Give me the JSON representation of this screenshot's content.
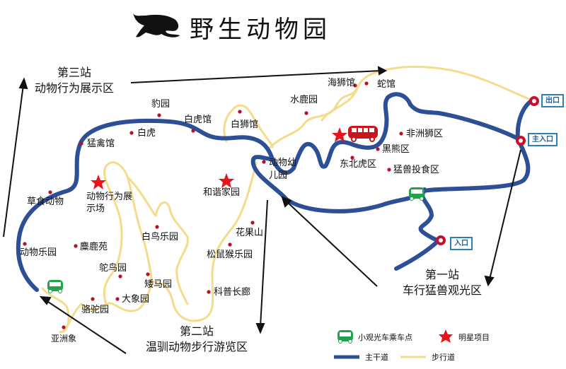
{
  "header": {
    "title": "野生动物园",
    "logo_icon": "leopard-silhouette-icon"
  },
  "stations": {
    "first": {
      "number": "第一站",
      "name": "车行猛兽观光区"
    },
    "second": {
      "number": "第二站",
      "name": "温驯动物步行游览区"
    },
    "third": {
      "number": "第三站",
      "name": "动物行为展示区"
    }
  },
  "gates": {
    "exit": "出口",
    "main_entrance": "主入口",
    "entrance": "入口"
  },
  "attractions": [
    {
      "id": "bao-yuan",
      "label": "豹园"
    },
    {
      "id": "baihu",
      "label": "白虎"
    },
    {
      "id": "baihu-guan",
      "label": "白虎馆"
    },
    {
      "id": "baishi-guan",
      "label": "白狮馆"
    },
    {
      "id": "shuilu-yuan",
      "label": "水鹿园"
    },
    {
      "id": "haishi-guan",
      "label": "海狮馆"
    },
    {
      "id": "she-guan",
      "label": "蛇馆"
    },
    {
      "id": "menqin-guan",
      "label": "猛禽馆"
    },
    {
      "id": "feizhou-shi",
      "label": "非洲狮区"
    },
    {
      "id": "heixiong",
      "label": "黑熊区"
    },
    {
      "id": "dongbeihu",
      "label": "东北虎区"
    },
    {
      "id": "mengshou-tousi",
      "label": "猛兽投食区"
    },
    {
      "id": "dongwu-you",
      "label": "动物幼儿园"
    },
    {
      "id": "caoshi",
      "label": "草食动物"
    },
    {
      "id": "xingwei-chang",
      "label": "动物行为展示场"
    },
    {
      "id": "hexie",
      "label": "和谐家园"
    },
    {
      "id": "bainiao",
      "label": "白鸟乐园"
    },
    {
      "id": "huaguoshan",
      "label": "花果山"
    },
    {
      "id": "songshu",
      "label": "松鼠猴乐园"
    },
    {
      "id": "dongwu-le",
      "label": "动物乐园"
    },
    {
      "id": "zhulu",
      "label": "麋鹿苑"
    },
    {
      "id": "tuoniao",
      "label": "鸵鸟园"
    },
    {
      "id": "aima",
      "label": "矮马园"
    },
    {
      "id": "daxiang",
      "label": "大象园"
    },
    {
      "id": "luotuo",
      "label": "骆驼园"
    },
    {
      "id": "kepu",
      "label": "科普长廊"
    },
    {
      "id": "yazhouxiang",
      "label": "亚洲象"
    }
  ],
  "legend": {
    "shuttle_stop": "小观光车乘车点",
    "star_attraction": "明星项目",
    "main_road": "主干道",
    "footpath": "步行道"
  },
  "colors": {
    "main_road": "#2c4f96",
    "footpath": "#f3dc8c",
    "poi_dot": "#b8102a",
    "star": "#e8141c",
    "shuttle": "#22a24a",
    "bus": "#c8141c",
    "gate_ring": "#c8102a",
    "gate_box": "#2a7fb5"
  }
}
